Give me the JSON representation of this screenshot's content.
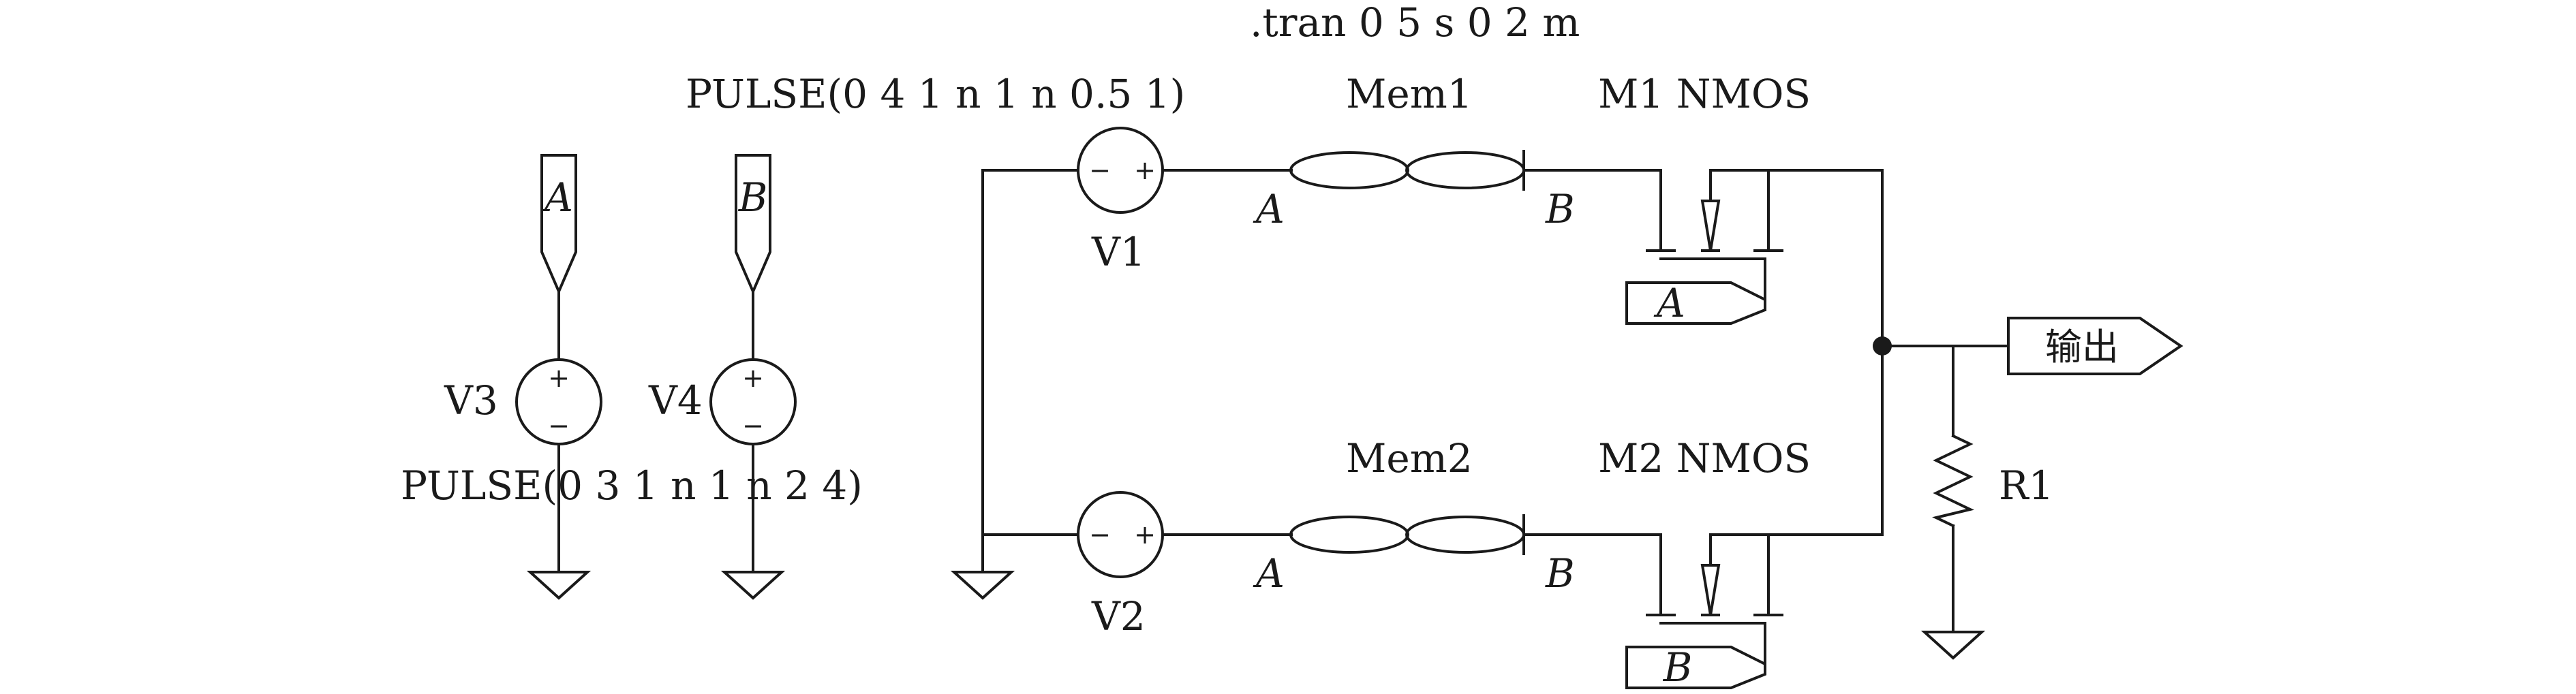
{
  "directive": ".tran 0 5 s  0 2 m",
  "sources": {
    "V1": {
      "name": "V1",
      "plus": "+",
      "minus": "−"
    },
    "V2": {
      "name": "V2",
      "plus": "+",
      "minus": "−"
    },
    "V3": {
      "name": "V3",
      "plus": "+",
      "minus": "−",
      "value": "PULSE(0 3 1 n 1 n 2 4)"
    },
    "V4": {
      "name": "V4",
      "plus": "+",
      "minus": "−"
    },
    "V1_value": "PULSE(0 4 1 n 1 n 0.5 1)"
  },
  "memristors": {
    "Mem1": {
      "name": "Mem1",
      "pinA": "A",
      "pinB": "B"
    },
    "Mem2": {
      "name": "Mem2",
      "pinA": "A",
      "pinB": "B"
    }
  },
  "transistors": {
    "M1": {
      "label": "M1 NMOS",
      "gate_tag": "A"
    },
    "M2": {
      "label": "M2 NMOS",
      "gate_tag": "B"
    }
  },
  "resistor": {
    "name": "R1"
  },
  "ports": {
    "A": "A",
    "B": "B",
    "output": "输出"
  }
}
